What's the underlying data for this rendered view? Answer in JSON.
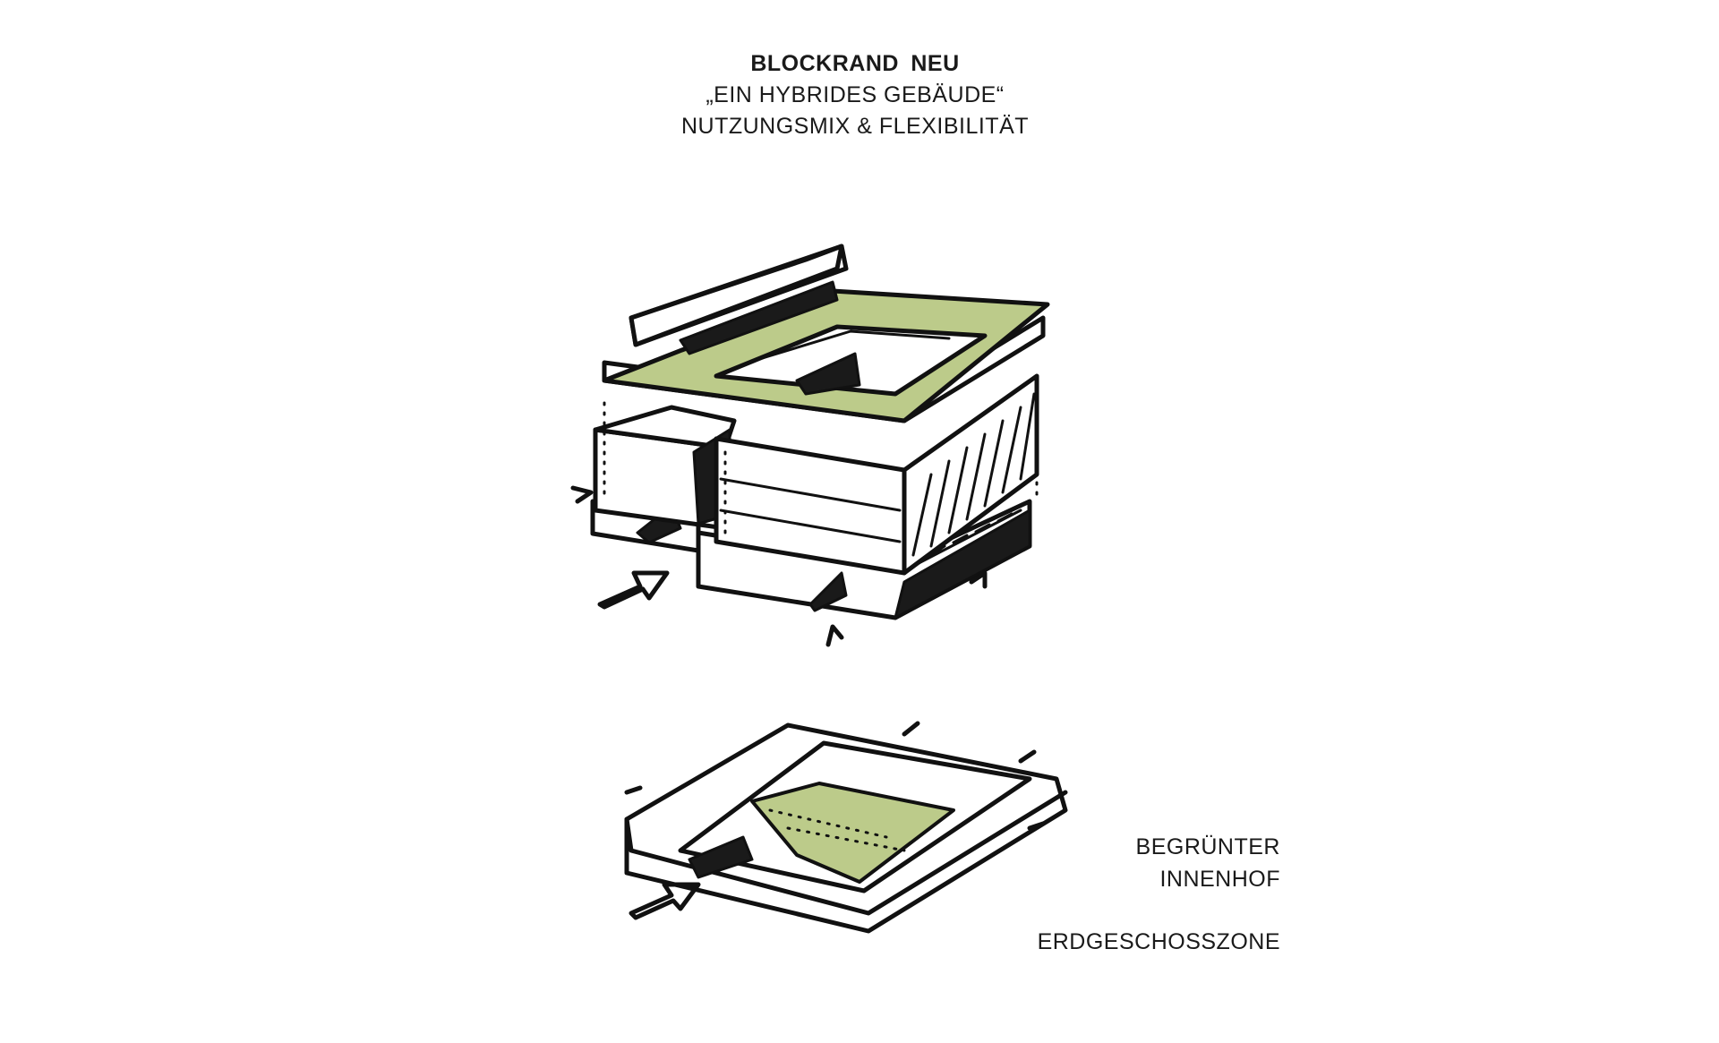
{
  "title": {
    "main": "BLOCKRAND  NEU",
    "subtitle": "„EIN HYBRIDES GEBÄUDE“",
    "tagline": "NUTZUNGSMIX & FLEXIBILITÄT"
  },
  "labels": {
    "greened_line1": "BEGRÜNTER",
    "greened_line2": "INNENHOF",
    "ground_zone": "ERDGESCHOSSZONE"
  },
  "colors": {
    "green_fill": "#bccb8a",
    "ink": "#111111",
    "background": "#ffffff"
  }
}
